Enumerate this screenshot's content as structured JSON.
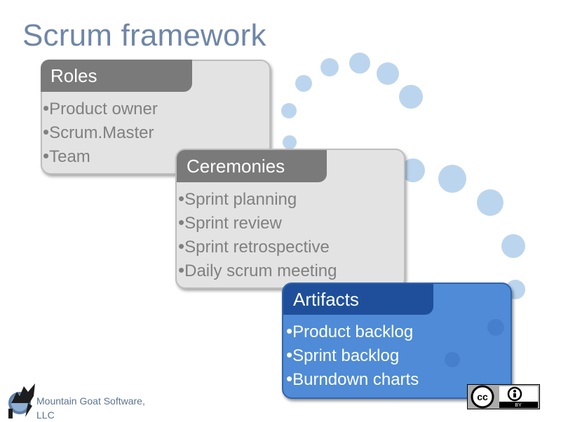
{
  "slide": {
    "title": "Scrum framework",
    "roles": {
      "heading": "Roles",
      "items": [
        "Product owner",
        "Scrum.Master",
        "Team"
      ]
    },
    "ceremonies": {
      "heading": "Ceremonies",
      "items": [
        "Sprint planning",
        "Sprint review",
        "Sprint retrospective",
        "Daily scrum meeting"
      ]
    },
    "artifacts": {
      "heading": "Artifacts",
      "items": [
        "Product backlog",
        "Sprint backlog",
        "Burndown charts"
      ]
    },
    "footer": {
      "company_line1": "Mountain Goat Software,",
      "company_line2": "LLC",
      "license_label": "BY"
    }
  },
  "colors": {
    "title": "#6f86a8",
    "gray_panel": "#e3e3e3",
    "gray_tab": "#7a7a7a",
    "blue_panel": "#4f8bd6",
    "blue_tab": "#1f4f9a",
    "dots": "#bcd5ee"
  },
  "icons": [
    "scrum-cycle-dots",
    "goat-logo-icon",
    "creative-commons-icon",
    "attribution-icon"
  ]
}
